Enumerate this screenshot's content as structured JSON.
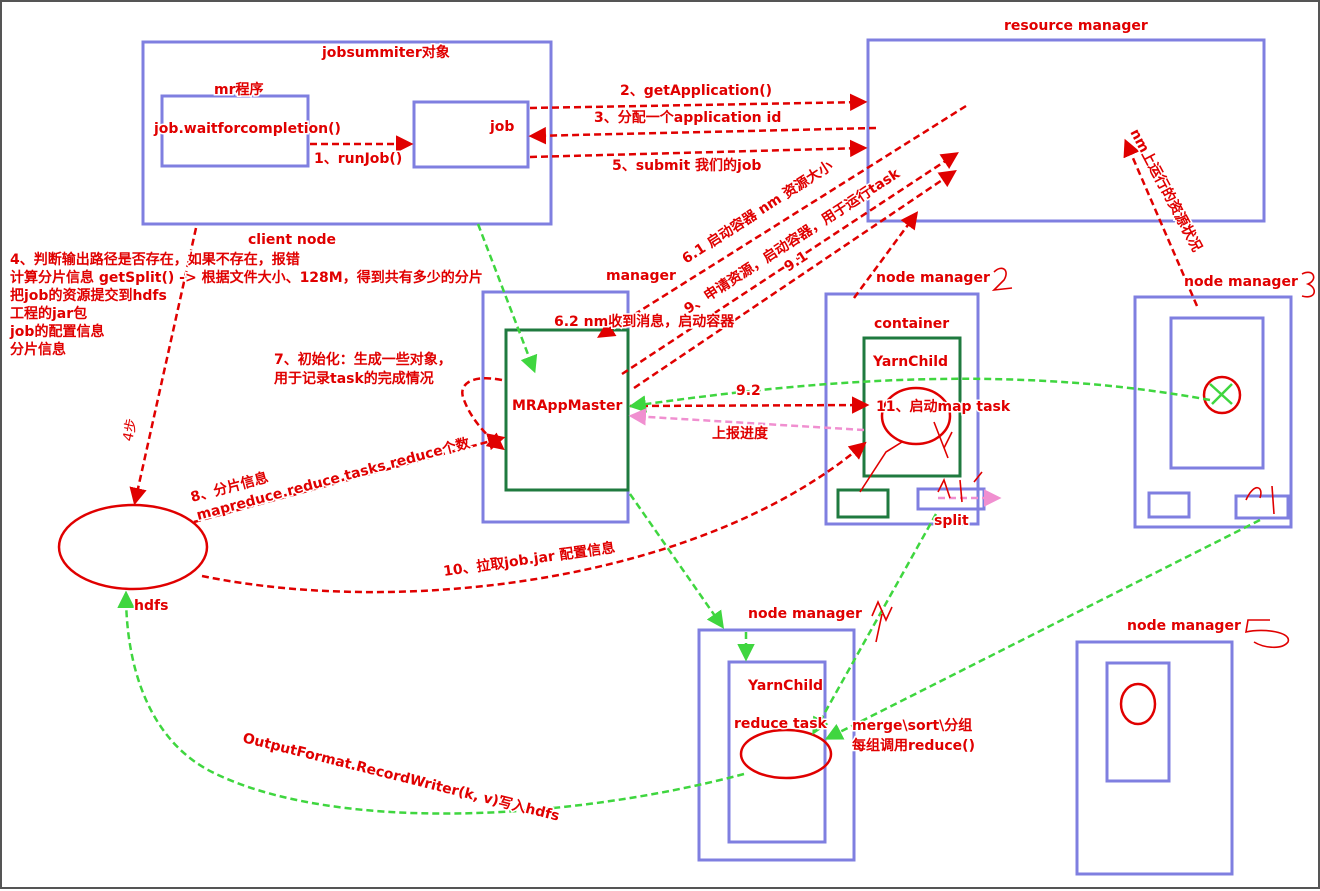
{
  "components": {
    "resource_manager": "resource manager",
    "jobsummiter": "jobsummiter对象",
    "mr_program": "mr程序",
    "wait_call": "job.waitforcompletion()",
    "job": "job",
    "client_node": "client node",
    "mrappmaster_manager": "manager",
    "mrappmaster": "MRAppMaster",
    "node_manager_2": "node manager",
    "node_manager_3": "node manager",
    "node_manager_4": "node manager",
    "node_manager_5": "node manager",
    "container": "container",
    "yarnchild_map": "YarnChild",
    "split": "split",
    "yarnchild_reduce": "YarnChild",
    "reduce_task": "reduce task",
    "hdfs": "hdfs"
  },
  "steps": {
    "s1": "1、runJob()",
    "s2": "2、getApplication()",
    "s3": "3、分配一个application id",
    "s4_lines": [
      "4、判断输出路径是否存在，如果不存在，报错",
      "计算分片信息 getSplit() -> 根据文件大小、128M，得到共有多少的分片",
      "把job的资源提交到hdfs",
      "工程的jar包",
      "job的配置信息",
      "分片信息"
    ],
    "s4_short": "4步",
    "s5": "5、submit 我们的job",
    "s61": "6.1 启动容器 nm 资源大小",
    "s62": "6.2 nm收到消息，启动容器",
    "s7_lines": [
      "7、初始化：生成一些对象，",
      "用于记录task的完成情况"
    ],
    "s8_lines": [
      "8、分片信息",
      "mapreduce.reduce.tasks reduce个数"
    ],
    "s9": "9、申请资源，启动容器，用于运行task",
    "s91": "9.1",
    "s92": "9.2",
    "s10": "10、拉取job.jar 配置信息",
    "s11": "11、启动map task",
    "progress": "上报进度",
    "nm_status": "nm上运行的资源状况",
    "merge_lines": [
      "merge\\sort\\分组",
      "每组调用reduce()"
    ],
    "output": "OutputFormat.RecordWriter(k, v)写入hdfs"
  },
  "handwritten_marks": [
    "2",
    "3",
    "5",
    "4",
    "1"
  ],
  "colors": {
    "node_box": "#7f7fe0",
    "container_box": "#1f7a3f",
    "label": "#e00000",
    "arrow_red": "#e00000",
    "arrow_green": "#3fd63f",
    "arrow_pink": "#f08fd0"
  }
}
